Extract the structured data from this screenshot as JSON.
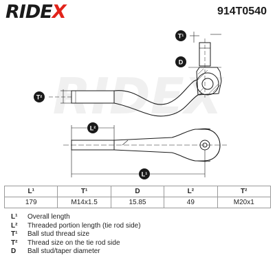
{
  "brand": {
    "name_main": "RIDE",
    "name_accent": "X",
    "accent_color": "#e2231a"
  },
  "part_number": "914T0540",
  "watermark": "RIDEX",
  "drawing_labels": {
    "t1": "T¹",
    "d": "D",
    "t2": "T²",
    "l2": "L²",
    "l1": "L¹"
  },
  "table": {
    "headers": [
      "L¹",
      "T¹",
      "D",
      "L²",
      "T²"
    ],
    "values": [
      "179",
      "M14x1.5",
      "15.85",
      "49",
      "M20x1"
    ]
  },
  "legend": [
    {
      "symbol": "L¹",
      "text": "Overall length"
    },
    {
      "symbol": "L²",
      "text": "Threaded portion length (tie rod side)"
    },
    {
      "symbol": "T¹",
      "text": "Ball stud thread size"
    },
    {
      "symbol": "T²",
      "text": "Thread size on the tie rod side"
    },
    {
      "symbol": "D",
      "text": "Ball stud/taper diameter"
    }
  ]
}
